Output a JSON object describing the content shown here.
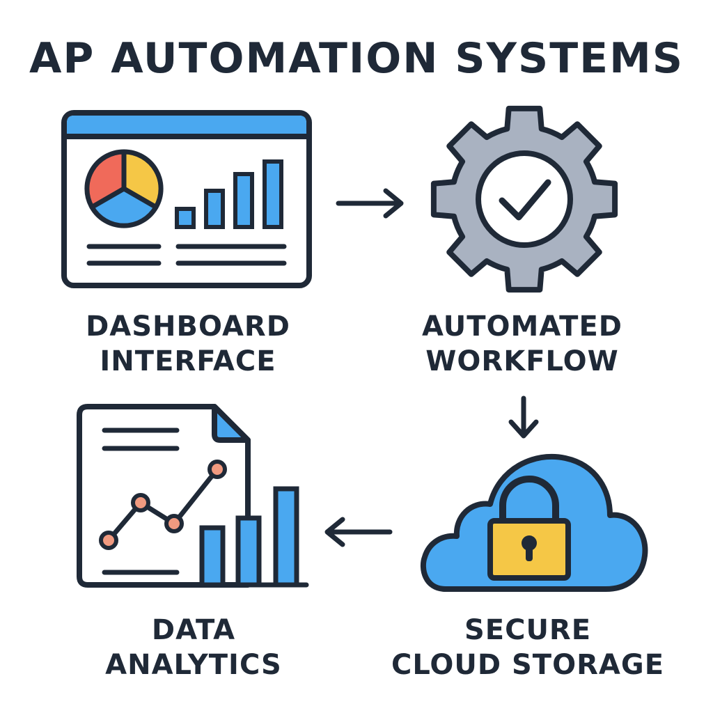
{
  "diagram": {
    "title": "AP AUTOMATION SYSTEMS",
    "nodes": [
      {
        "id": "dashboard",
        "line1": "DASHBOARD",
        "line2": "INTERFACE",
        "icon": "dashboard-icon"
      },
      {
        "id": "workflow",
        "line1": "AUTOMATED",
        "line2": "WORKFLOW",
        "icon": "gear-check-icon"
      },
      {
        "id": "storage",
        "line1": "SECURE",
        "line2": "CLOUD STORAGE",
        "icon": "cloud-lock-icon"
      },
      {
        "id": "analytics",
        "line1": "DATA",
        "line2": "ANALYTICS",
        "icon": "report-chart-icon"
      }
    ],
    "flow": [
      {
        "from": "dashboard",
        "to": "workflow",
        "direction": "right"
      },
      {
        "from": "workflow",
        "to": "storage",
        "direction": "down"
      },
      {
        "from": "storage",
        "to": "analytics",
        "direction": "left"
      }
    ]
  },
  "colors": {
    "outline": "#1f2937",
    "blue": "#4aa8f0",
    "red": "#f06a5a",
    "yellow": "#f5c746",
    "gear": "#a9b2c1",
    "point": "#f09a80"
  }
}
